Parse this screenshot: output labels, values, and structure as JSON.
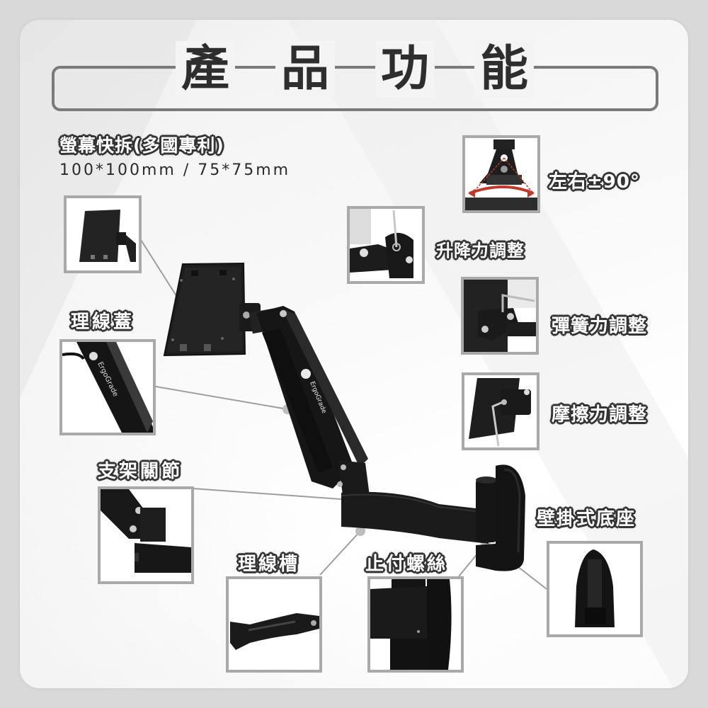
{
  "page": {
    "title_chars": [
      "產",
      "品",
      "功",
      "能"
    ],
    "title": "產品功能"
  },
  "features": {
    "quick_release": {
      "label": "螢幕快拆(多國專利)",
      "spec": "100*100mm / 75*75mm"
    },
    "rotation": {
      "label": "左右±90°"
    },
    "height_adjust": {
      "label": "升降力調整"
    },
    "spring_adjust": {
      "label": "彈簧力調整"
    },
    "friction_adjust": {
      "label": "摩擦力調整"
    },
    "cable_cover": {
      "label": "理線蓋"
    },
    "arm_joint": {
      "label": "支架關節"
    },
    "cable_channel": {
      "label": "理線槽"
    },
    "stop_screw": {
      "label": "止付螺絲"
    },
    "wall_base": {
      "label": "壁掛式底座"
    }
  },
  "product": {
    "brand": "ErgoGrade",
    "main_image": "wall-mounted-monitor-arm"
  },
  "colors": {
    "outer_bg": "#d9d9d9",
    "card_bg": "#ffffff",
    "title_frame": "#7a7a7a",
    "thumb_border": "#a9a9a9",
    "label_outline": "#333333",
    "product": "#1c1c1c",
    "accent_red": "#c0392b"
  }
}
